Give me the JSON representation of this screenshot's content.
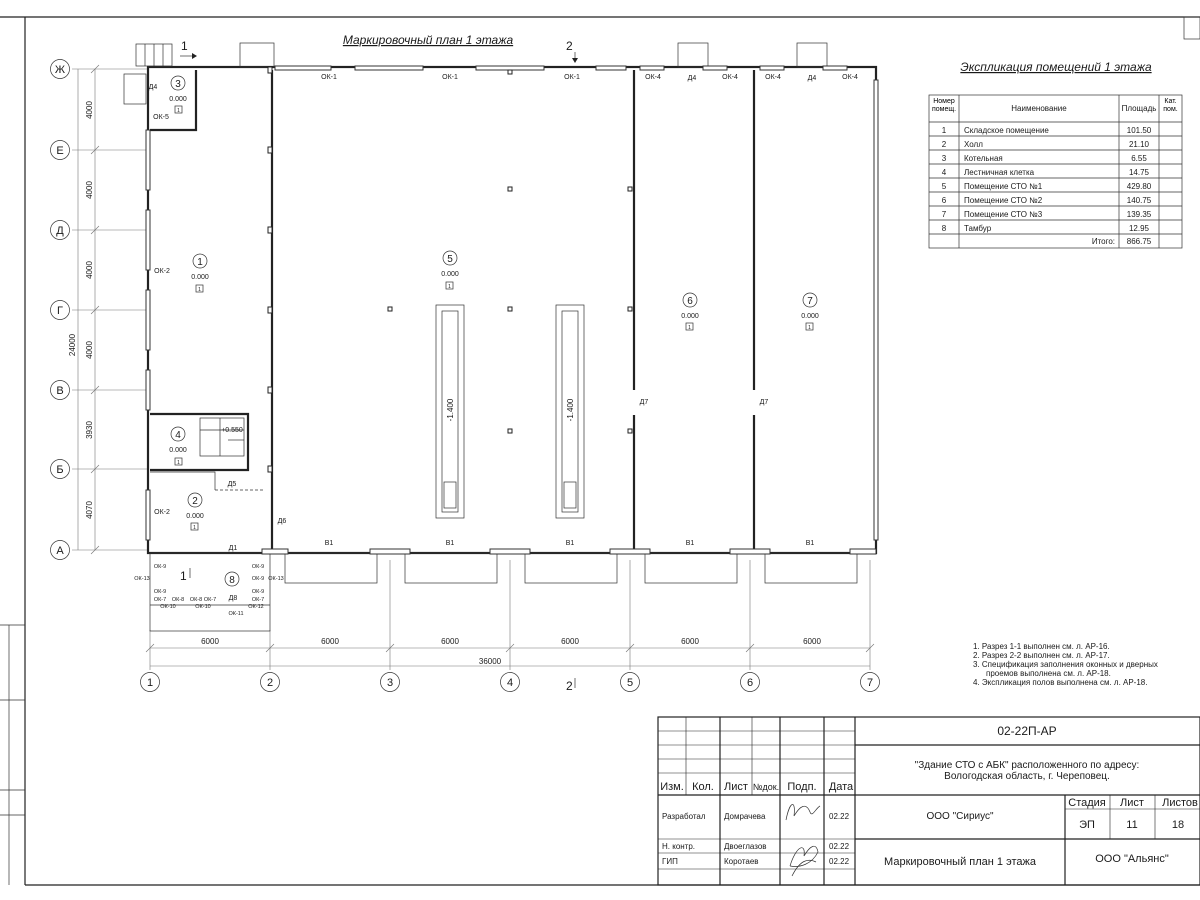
{
  "drawing_title": "Маркировочный план 1 этажа",
  "explication": {
    "title": "Экспликация помещений 1 этажа",
    "header": {
      "num": "Номер помещ.",
      "name": "Наименование",
      "area": "Площадь",
      "cat": "Кат. пом."
    },
    "rows": [
      {
        "num": "1",
        "name": "Складское помещение",
        "area": "101.50",
        "cat": ""
      },
      {
        "num": "2",
        "name": "Холл",
        "area": "21.10",
        "cat": ""
      },
      {
        "num": "3",
        "name": "Котельная",
        "area": "6.55",
        "cat": ""
      },
      {
        "num": "4",
        "name": "Лестничная клетка",
        "area": "14.75",
        "cat": ""
      },
      {
        "num": "5",
        "name": "Помещение СТО №1",
        "area": "429.80",
        "cat": ""
      },
      {
        "num": "6",
        "name": "Помещение СТО №2",
        "area": "140.75",
        "cat": ""
      },
      {
        "num": "7",
        "name": "Помещение СТО №3",
        "area": "139.35",
        "cat": ""
      },
      {
        "num": "8",
        "name": "Тамбур",
        "area": "12.95",
        "cat": ""
      }
    ],
    "total_label": "Итого:",
    "total_value": "866.75"
  },
  "axes": {
    "rows": [
      "Ж",
      "Е",
      "Д",
      "Г",
      "В",
      "Б",
      "А"
    ],
    "cols": [
      "1",
      "2",
      "3",
      "4",
      "5",
      "6",
      "7"
    ]
  },
  "dimensions": {
    "bay": [
      "6000",
      "6000",
      "6000",
      "6000",
      "6000",
      "6000"
    ],
    "total_width": "36000",
    "vertical": [
      "4000",
      "4000",
      "4000",
      "4000",
      "3930",
      "4070"
    ],
    "total_height": "24000"
  },
  "rooms": [
    {
      "num": "1",
      "level": "0.000",
      "mark": "1"
    },
    {
      "num": "2",
      "level": "0.000",
      "mark": "1"
    },
    {
      "num": "3",
      "level": "0.000",
      "mark": "1"
    },
    {
      "num": "4",
      "level": "0.000",
      "mark": "1"
    },
    {
      "num": "5",
      "level": "0.000",
      "mark": "1"
    },
    {
      "num": "6",
      "level": "0.000",
      "mark": "1"
    },
    {
      "num": "7",
      "level": "0.000",
      "mark": "1"
    },
    {
      "num": "8",
      "level": "",
      "mark": ""
    }
  ],
  "labels": {
    "ok1": "ОК-1",
    "ok2": "ОК-2",
    "ok4": "ОК-4",
    "ok5": "ОК-5",
    "ok7": "ОК-7",
    "ok8": "ОК-8",
    "ok9": "ОК-9",
    "ok10": "ОК-10",
    "ok11": "ОК-11",
    "ok12": "ОК-12",
    "ok13": "ОК-13",
    "d1": "Д1",
    "d4": "Д4",
    "d5": "Д5",
    "d6": "Д6",
    "d7": "Д7",
    "d8": "Д8",
    "v1": "В1",
    "pit_level": "-1.400",
    "stair_level": "+0.550",
    "section1": "1",
    "section2": "2"
  },
  "notes": [
    "1. Разрез 1-1 выполнен см. л. АР-16.",
    "2. Разрез 2-2 выполнен см. л. АР-17.",
    "3. Спецификация заполнения оконных и дверных",
    "проемов выполнена см. л. АР-18.",
    "4. Экспликация полов выполнена см. л. АР-18."
  ],
  "title_block": {
    "code": "02-22П-АР",
    "project": "\"Здание СТО с АБК\" расположенного по адресу:",
    "address": "Вологодская область, г. Череповец.",
    "col_headers": [
      "Изм.",
      "Кол.",
      "Лист",
      "№док.",
      "Подп.",
      "Дата"
    ],
    "company": "ООО \"Сириус\"",
    "stage_label": "Стадия",
    "sheet_label": "Лист",
    "sheets_label": "Листов",
    "stage": "ЭП",
    "sheet": "11",
    "sheets": "18",
    "people": [
      {
        "role": "Разработал",
        "name": "Домрачева",
        "date": "02.22"
      },
      {
        "role": "Н. контр.",
        "name": "Двоеглазов",
        "date": "02.22"
      },
      {
        "role": "ГИП",
        "name": "Коротаев",
        "date": "02.22"
      }
    ],
    "sheet_title": "Маркировочный план 1 этажа",
    "org": "ООО \"Альянс\""
  }
}
